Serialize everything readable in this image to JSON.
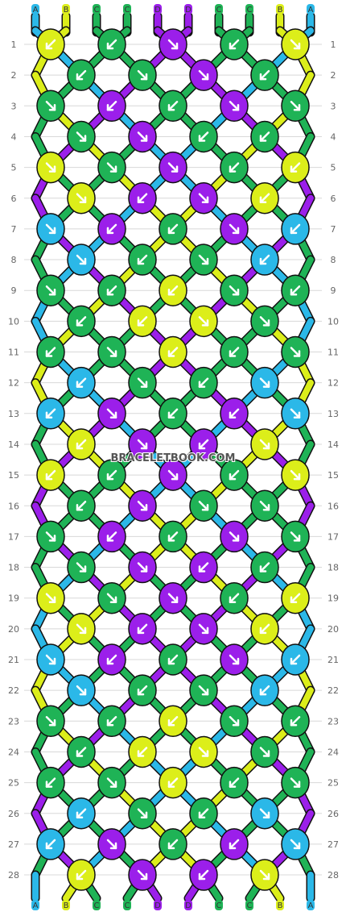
{
  "watermark": "BRACELETBOOK.COM",
  "colors": {
    "A": "#2BB8E8",
    "B": "#DCEE1A",
    "C": "#1FB356",
    "D": "#9B1FEA"
  },
  "strands_top": [
    "A",
    "B",
    "C",
    "C",
    "D",
    "D",
    "C",
    "C",
    "B",
    "A"
  ],
  "strands_bottom": [
    "A",
    "B",
    "C",
    "C",
    "D",
    "D",
    "C",
    "C",
    "B",
    "A"
  ],
  "rows": [
    "1",
    "2",
    "3",
    "4",
    "5",
    "6",
    "7",
    "8",
    "9",
    "10",
    "11",
    "12",
    "13",
    "14",
    "15",
    "16",
    "17",
    "18",
    "19",
    "20",
    "21",
    "22",
    "23",
    "24",
    "25",
    "26",
    "27",
    "28"
  ],
  "knots": [
    [
      {
        "c": "B",
        "d": "left"
      },
      {
        "c": "C",
        "d": "left"
      },
      {
        "c": "D",
        "d": "right"
      },
      {
        "c": "C",
        "d": "left"
      },
      {
        "c": "B",
        "d": "right"
      }
    ],
    [
      {
        "c": "C",
        "d": "left"
      },
      {
        "c": "C",
        "d": "right"
      },
      {
        "c": "D",
        "d": "right"
      },
      {
        "c": "C",
        "d": "left"
      }
    ],
    [
      {
        "c": "C",
        "d": "right"
      },
      {
        "c": "D",
        "d": "left"
      },
      {
        "c": "C",
        "d": "left"
      },
      {
        "c": "D",
        "d": "right"
      },
      {
        "c": "C",
        "d": "right"
      }
    ],
    [
      {
        "c": "C",
        "d": "right"
      },
      {
        "c": "D",
        "d": "right"
      },
      {
        "c": "C",
        "d": "left"
      },
      {
        "c": "C",
        "d": "left"
      }
    ],
    [
      {
        "c": "B",
        "d": "right"
      },
      {
        "c": "C",
        "d": "right"
      },
      {
        "c": "D",
        "d": "right"
      },
      {
        "c": "C",
        "d": "left"
      },
      {
        "c": "B",
        "d": "left"
      }
    ],
    [
      {
        "c": "B",
        "d": "right"
      },
      {
        "c": "D",
        "d": "left"
      },
      {
        "c": "D",
        "d": "right"
      },
      {
        "c": "B",
        "d": "left"
      }
    ],
    [
      {
        "c": "A",
        "d": "right"
      },
      {
        "c": "D",
        "d": "left"
      },
      {
        "c": "C",
        "d": "left"
      },
      {
        "c": "D",
        "d": "right"
      },
      {
        "c": "A",
        "d": "left"
      }
    ],
    [
      {
        "c": "A",
        "d": "right"
      },
      {
        "c": "C",
        "d": "left"
      },
      {
        "c": "C",
        "d": "right"
      },
      {
        "c": "A",
        "d": "left"
      }
    ],
    [
      {
        "c": "C",
        "d": "right"
      },
      {
        "c": "C",
        "d": "left"
      },
      {
        "c": "B",
        "d": "left"
      },
      {
        "c": "C",
        "d": "right"
      },
      {
        "c": "C",
        "d": "left"
      }
    ],
    [
      {
        "c": "C",
        "d": "left"
      },
      {
        "c": "B",
        "d": "left"
      },
      {
        "c": "B",
        "d": "right"
      },
      {
        "c": "C",
        "d": "right"
      }
    ],
    [
      {
        "c": "C",
        "d": "left"
      },
      {
        "c": "C",
        "d": "right"
      },
      {
        "c": "B",
        "d": "left"
      },
      {
        "c": "C",
        "d": "left"
      },
      {
        "c": "C",
        "d": "right"
      }
    ],
    [
      {
        "c": "A",
        "d": "left"
      },
      {
        "c": "C",
        "d": "right"
      },
      {
        "c": "C",
        "d": "left"
      },
      {
        "c": "A",
        "d": "right"
      }
    ],
    [
      {
        "c": "A",
        "d": "left"
      },
      {
        "c": "D",
        "d": "right"
      },
      {
        "c": "C",
        "d": "left"
      },
      {
        "c": "D",
        "d": "left"
      },
      {
        "c": "A",
        "d": "right"
      }
    ],
    [
      {
        "c": "B",
        "d": "left"
      },
      {
        "c": "D",
        "d": "right"
      },
      {
        "c": "D",
        "d": "left"
      },
      {
        "c": "B",
        "d": "right"
      }
    ],
    [
      {
        "c": "B",
        "d": "left"
      },
      {
        "c": "C",
        "d": "left"
      },
      {
        "c": "D",
        "d": "right"
      },
      {
        "c": "C",
        "d": "left"
      },
      {
        "c": "B",
        "d": "right"
      }
    ],
    [
      {
        "c": "C",
        "d": "left"
      },
      {
        "c": "D",
        "d": "right"
      },
      {
        "c": "C",
        "d": "right"
      },
      {
        "c": "C",
        "d": "right"
      }
    ],
    [
      {
        "c": "C",
        "d": "right"
      },
      {
        "c": "D",
        "d": "left"
      },
      {
        "c": "C",
        "d": "left"
      },
      {
        "c": "D",
        "d": "right"
      },
      {
        "c": "C",
        "d": "right"
      }
    ],
    [
      {
        "c": "C",
        "d": "right"
      },
      {
        "c": "D",
        "d": "right"
      },
      {
        "c": "D",
        "d": "left"
      },
      {
        "c": "C",
        "d": "left"
      }
    ],
    [
      {
        "c": "B",
        "d": "right"
      },
      {
        "c": "C",
        "d": "right"
      },
      {
        "c": "D",
        "d": "right"
      },
      {
        "c": "C",
        "d": "left"
      },
      {
        "c": "B",
        "d": "left"
      }
    ],
    [
      {
        "c": "B",
        "d": "right"
      },
      {
        "c": "D",
        "d": "left"
      },
      {
        "c": "D",
        "d": "right"
      },
      {
        "c": "B",
        "d": "left"
      }
    ],
    [
      {
        "c": "A",
        "d": "right"
      },
      {
        "c": "D",
        "d": "left"
      },
      {
        "c": "C",
        "d": "left"
      },
      {
        "c": "D",
        "d": "right"
      },
      {
        "c": "A",
        "d": "left"
      }
    ],
    [
      {
        "c": "A",
        "d": "right"
      },
      {
        "c": "C",
        "d": "left"
      },
      {
        "c": "C",
        "d": "right"
      },
      {
        "c": "A",
        "d": "left"
      }
    ],
    [
      {
        "c": "C",
        "d": "right"
      },
      {
        "c": "C",
        "d": "left"
      },
      {
        "c": "B",
        "d": "left"
      },
      {
        "c": "C",
        "d": "right"
      },
      {
        "c": "C",
        "d": "left"
      }
    ],
    [
      {
        "c": "C",
        "d": "left"
      },
      {
        "c": "B",
        "d": "left"
      },
      {
        "c": "B",
        "d": "right"
      },
      {
        "c": "C",
        "d": "right"
      }
    ],
    [
      {
        "c": "C",
        "d": "left"
      },
      {
        "c": "C",
        "d": "right"
      },
      {
        "c": "B",
        "d": "left"
      },
      {
        "c": "C",
        "d": "left"
      },
      {
        "c": "C",
        "d": "right"
      }
    ],
    [
      {
        "c": "A",
        "d": "left"
      },
      {
        "c": "C",
        "d": "right"
      },
      {
        "c": "C",
        "d": "left"
      },
      {
        "c": "A",
        "d": "right"
      }
    ],
    [
      {
        "c": "A",
        "d": "left"
      },
      {
        "c": "D",
        "d": "right"
      },
      {
        "c": "C",
        "d": "left"
      },
      {
        "c": "D",
        "d": "left"
      },
      {
        "c": "A",
        "d": "right"
      }
    ],
    [
      {
        "c": "B",
        "d": "left"
      },
      {
        "c": "D",
        "d": "right"
      },
      {
        "c": "D",
        "d": "left"
      },
      {
        "c": "B",
        "d": "right"
      }
    ]
  ]
}
